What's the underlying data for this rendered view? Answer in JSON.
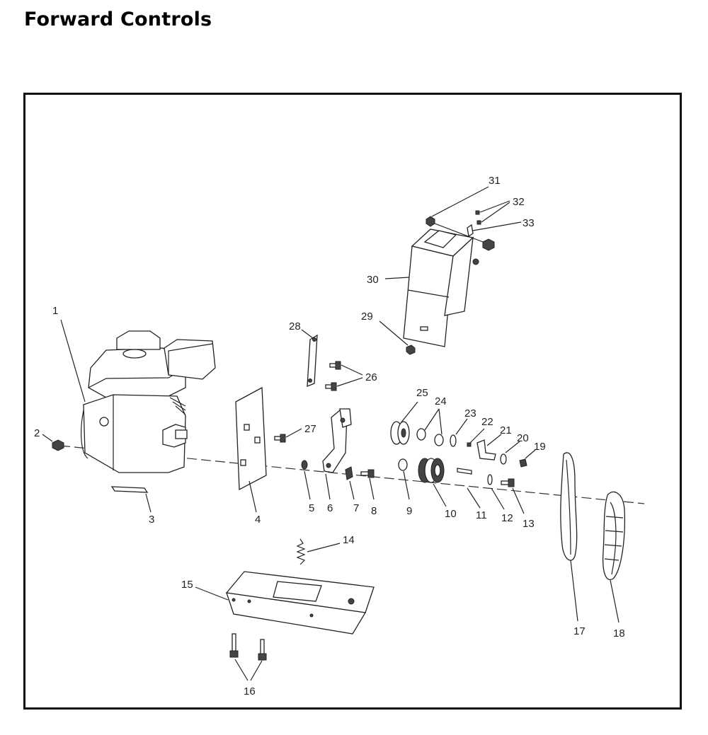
{
  "title": "Forward Controls",
  "diagram": {
    "labels": {
      "p1": "1",
      "p2": "2",
      "p3": "3",
      "p4": "4",
      "p5": "5",
      "p6": "6",
      "p7": "7",
      "p8": "8",
      "p9": "9",
      "p10": "10",
      "p11": "11",
      "p12": "12",
      "p13": "13",
      "p14": "14",
      "p15": "15",
      "p16": "16",
      "p17": "17",
      "p18": "18",
      "p19": "19",
      "p20": "20",
      "p21": "21",
      "p22": "22",
      "p23": "23",
      "p24": "24",
      "p25": "25",
      "p26": "26",
      "p27": "27",
      "p28": "28",
      "p29": "29",
      "p30": "30",
      "p31": "31",
      "p32": "32",
      "p33": "33"
    }
  }
}
